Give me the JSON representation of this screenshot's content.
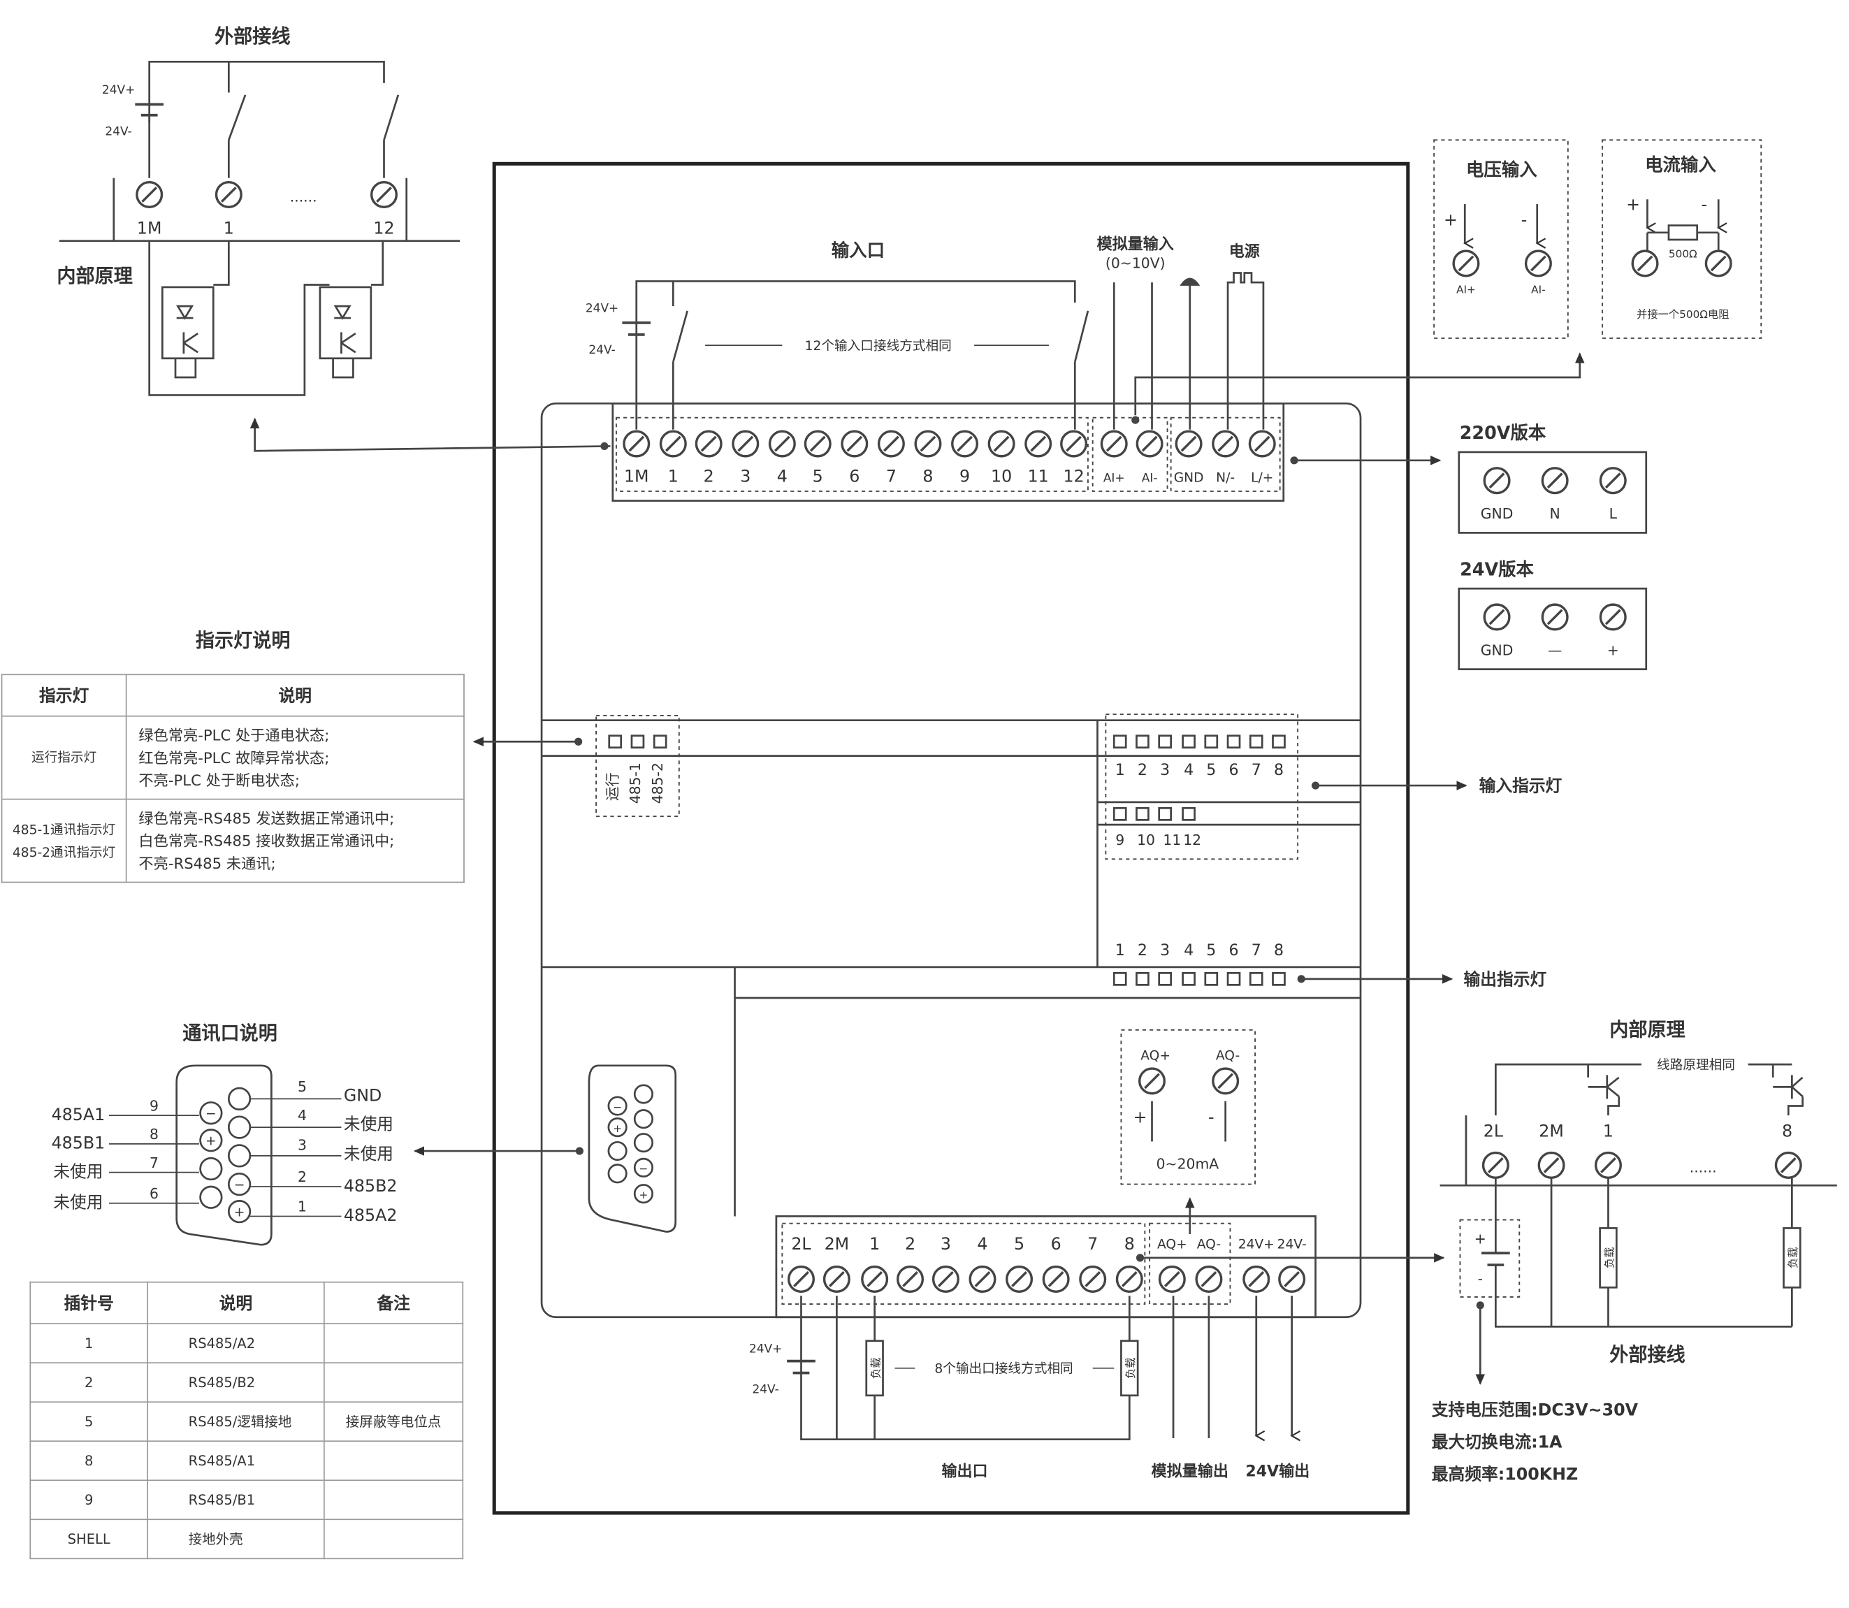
{
  "top_left": {
    "external_title": "外部接线",
    "internal_title": "内部原理",
    "v_plus": "24V+",
    "v_minus": "24V-",
    "terms": [
      "1M",
      "1",
      "12"
    ],
    "dots": "......"
  },
  "input_section": {
    "title": "输入口",
    "v_plus": "24V+",
    "v_minus": "24V-",
    "same_note": "12个输入口接线方式相同",
    "analog_title": "模拟量输入",
    "analog_range": "(0~10V)",
    "power_title": "电源",
    "terminals": [
      "1M",
      "1",
      "2",
      "3",
      "4",
      "5",
      "6",
      "7",
      "8",
      "9",
      "10",
      "11",
      "12"
    ],
    "analog_terms": [
      "AI+",
      "AI-"
    ],
    "power_terms": [
      "GND",
      "N/-",
      "L/+"
    ]
  },
  "voltage_input": {
    "title": "电压输入",
    "plus": "+",
    "minus": "-",
    "terms": [
      "AI+",
      "AI-"
    ]
  },
  "current_input": {
    "title": "电流输入",
    "plus": "+",
    "minus": "-",
    "resistor": "500Ω",
    "note": "并接一个500Ω电阻"
  },
  "v220": {
    "title": "220V版本",
    "terms": [
      "GND",
      "N",
      "L"
    ]
  },
  "v24": {
    "title": "24V版本",
    "terms": [
      "GND",
      "—",
      "+"
    ]
  },
  "indicator_legend": {
    "title": "指示灯说明",
    "headers": [
      "指示灯",
      "说明"
    ],
    "rows": [
      {
        "name_lines": [
          "运行指示灯"
        ],
        "desc_lines": [
          "绿色常亮-PLC 处于通电状态;",
          "红色常亮-PLC 故障异常状态;",
          "不亮-PLC 处于断电状态;"
        ]
      },
      {
        "name_lines": [
          "485-1通讯指示灯",
          "485-2通讯指示灯"
        ],
        "desc_lines": [
          "绿色常亮-RS485 发送数据正常通讯中;",
          "白色常亮-RS485 接收数据正常通讯中;",
          "不亮-RS485 未通讯;"
        ]
      }
    ]
  },
  "status_leds": [
    "运行",
    "485-1",
    "485-2"
  ],
  "input_leds": {
    "label": "输入指示灯",
    "row1": [
      "1",
      "2",
      "3",
      "4",
      "5",
      "6",
      "7",
      "8"
    ],
    "row2": [
      "9",
      "10",
      "11",
      "12"
    ]
  },
  "output_leds": {
    "label": "输出指示灯",
    "nums": [
      "1",
      "2",
      "3",
      "4",
      "5",
      "6",
      "7",
      "8"
    ]
  },
  "comm_port": {
    "title": "通讯口说明",
    "left_labels": [
      "485A1",
      "485B1",
      "未使用",
      "未使用"
    ],
    "left_pins": [
      "9",
      "8",
      "7",
      "6"
    ],
    "right_pins": [
      "5",
      "4",
      "3",
      "2",
      "1"
    ],
    "right_labels": [
      "GND",
      "未使用",
      "未使用",
      "485B2",
      "485A2"
    ]
  },
  "pin_table": {
    "headers": [
      "插针号",
      "说明",
      "备注"
    ],
    "rows": [
      [
        "1",
        "RS485/A2",
        ""
      ],
      [
        "2",
        "RS485/B2",
        ""
      ],
      [
        "5",
        "RS485/逻辑接地",
        "接屏蔽等电位点"
      ],
      [
        "8",
        "RS485/A1",
        ""
      ],
      [
        "9",
        "RS485/B1",
        ""
      ],
      [
        "SHELL",
        "接地外壳",
        ""
      ]
    ]
  },
  "analog_out_box": {
    "terms": [
      "AQ+",
      "AQ-"
    ],
    "plus": "+",
    "minus": "-",
    "range": "0~20mA"
  },
  "output_section": {
    "terminals": [
      "2L",
      "2M",
      "1",
      "2",
      "3",
      "4",
      "5",
      "6",
      "7",
      "8"
    ],
    "aq_terms": [
      "AQ+",
      "AQ-"
    ],
    "dc_terms": [
      "24V+",
      "24V-"
    ],
    "v_plus": "24V+",
    "v_minus": "24V-",
    "load": "负载",
    "same_note": "8个输出口接线方式相同",
    "out_label": "输出口",
    "analog_out_label": "模拟量输出",
    "dc_out_label": "24V输出"
  },
  "right_output": {
    "internal_title": "内部原理",
    "same_note": "线路原理相同",
    "terms": [
      "2L",
      "2M",
      "1",
      "8"
    ],
    "dots": "......",
    "external_title": "外部接线",
    "load": "负载",
    "plus": "+",
    "minus": "-",
    "specs": [
      "支持电压范围:DC3V~30V",
      "最大切换电流:1A",
      "最高频率:100KHZ"
    ]
  }
}
